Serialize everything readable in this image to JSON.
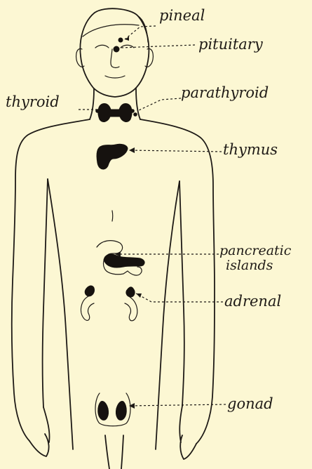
{
  "labels": {
    "pineal": "pineal",
    "pituitary": "pituitary",
    "thyroid": "thyroid",
    "parathyroid": "parathyroid",
    "thymus": "thymus",
    "pancreatic_line1": "pancreatic",
    "pancreatic_line2": "islands",
    "adrenal": "adrenal",
    "gonad": "gonad"
  }
}
